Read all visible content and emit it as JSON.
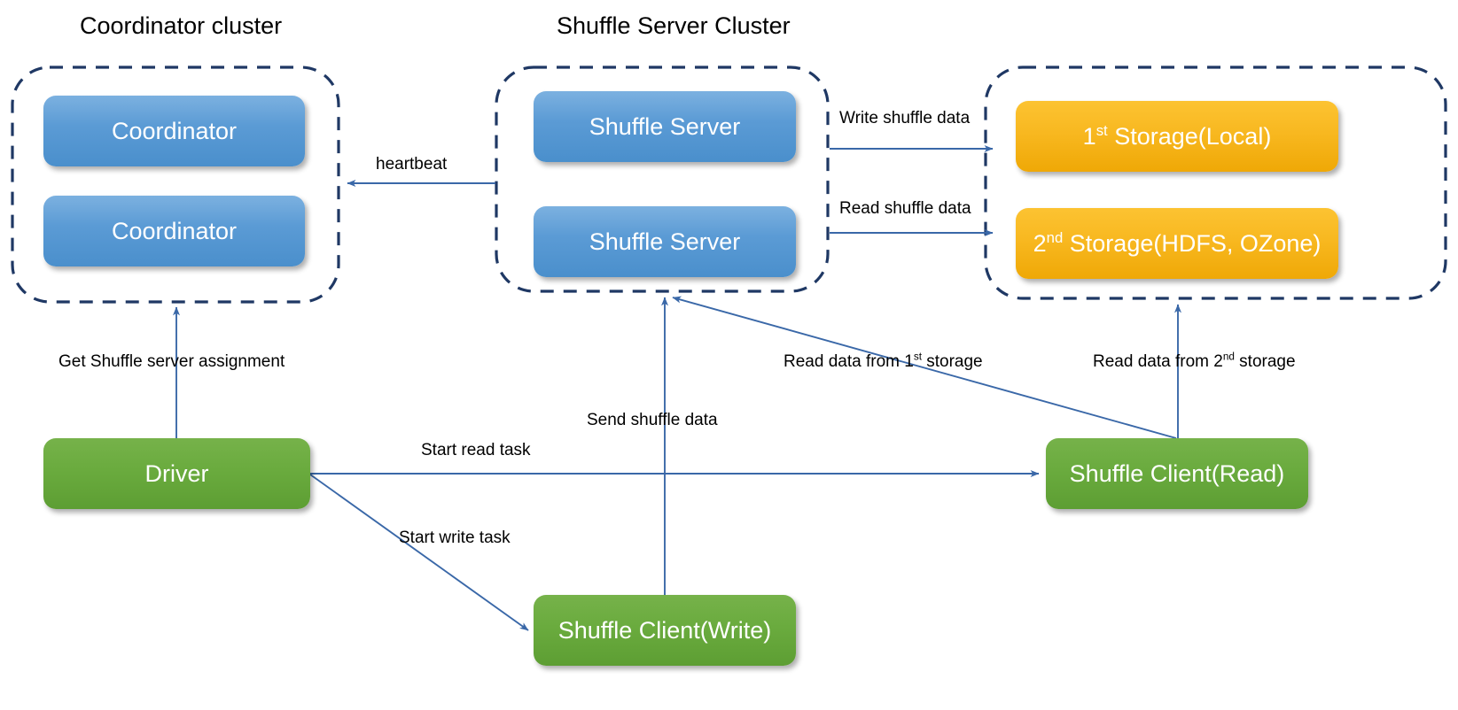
{
  "diagram": {
    "title_coordinator_cluster": "Coordinator cluster",
    "title_shuffle_server_cluster": "Shuffle Server Cluster"
  },
  "colors": {
    "blue_node": "#5b9bd5",
    "green_node": "#6aab3e",
    "orange_node": "#f8b820",
    "dashed_border": "#1f3864",
    "arrow": "#4472a8",
    "text_dark": "#000000",
    "node_text": "#ffffff",
    "background": "#ffffff"
  },
  "clusters": [
    {
      "id": "coordinator-cluster",
      "label": "Coordinator cluster"
    },
    {
      "id": "shuffle-server-cluster",
      "label": "Shuffle Server Cluster"
    },
    {
      "id": "storage-cluster",
      "label": ""
    }
  ],
  "nodes": {
    "coordinator_1": "Coordinator",
    "coordinator_2": "Coordinator",
    "shuffle_server_1": "Shuffle Server",
    "shuffle_server_2": "Shuffle Server",
    "storage_1_prefix": "1",
    "storage_1_sup": "st",
    "storage_1_rest": " Storage(Local)",
    "storage_2_prefix": "2",
    "storage_2_sup": "nd",
    "storage_2_rest": " Storage(HDFS, OZone)",
    "driver": "Driver",
    "shuffle_client_read": "Shuffle Client(Read)",
    "shuffle_client_write": "Shuffle Client(Write)"
  },
  "edges": {
    "heartbeat": "heartbeat",
    "write_shuffle_data": "Write shuffle data",
    "read_shuffle_data": "Read shuffle data",
    "get_shuffle_server_assignment": "Get Shuffle server assignment",
    "start_read_task": "Start read task",
    "start_write_task": "Start write task",
    "send_shuffle_data": "Send shuffle data",
    "read_from_1st_pre": "Read data from 1",
    "read_from_1st_sup": "st",
    "read_from_1st_post": " storage",
    "read_from_2nd_pre": "Read data from 2",
    "read_from_2nd_sup": "nd",
    "read_from_2nd_post": " storage"
  }
}
